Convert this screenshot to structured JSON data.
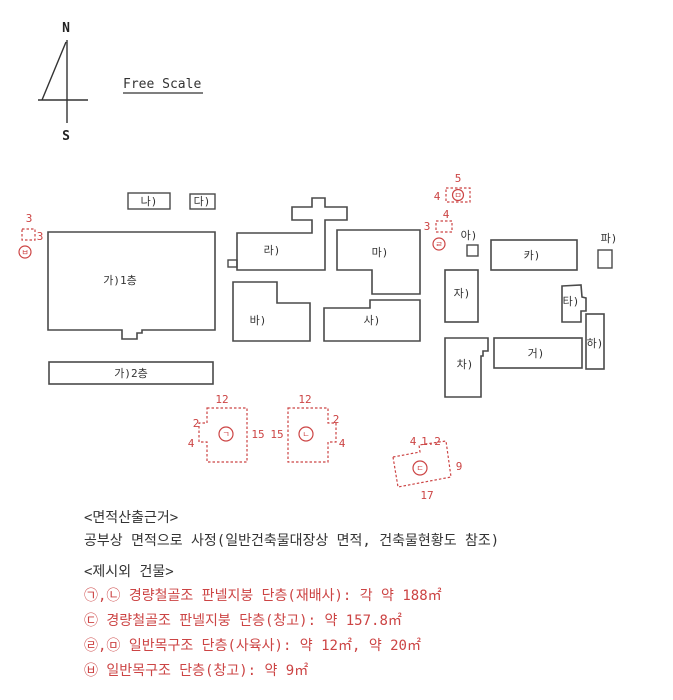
{
  "compass": {
    "north": "N",
    "south": "S"
  },
  "scale_label": "Free Scale",
  "plan": {
    "buildings": [
      {
        "id": "ga1",
        "label": "가)1층"
      },
      {
        "id": "ga2",
        "label": "가)2층"
      },
      {
        "id": "na",
        "label": "나)"
      },
      {
        "id": "da",
        "label": "다)"
      },
      {
        "id": "ra",
        "label": "라)"
      },
      {
        "id": "ma",
        "label": "마)"
      },
      {
        "id": "ba",
        "label": "바)"
      },
      {
        "id": "sa",
        "label": "사)"
      },
      {
        "id": "a",
        "label": "아)"
      },
      {
        "id": "ja",
        "label": "자)"
      },
      {
        "id": "cha",
        "label": "차)"
      },
      {
        "id": "ka",
        "label": "카)"
      },
      {
        "id": "ta",
        "label": "타)"
      },
      {
        "id": "pa",
        "label": "파)"
      },
      {
        "id": "ha",
        "label": "하)"
      },
      {
        "id": "geo",
        "label": "거)"
      }
    ],
    "markers": {
      "g": "ㄱ",
      "n": "ㄴ",
      "d": "ㄷ",
      "r": "ㄹ",
      "m": "ㅁ",
      "b": "ㅂ"
    },
    "dims": {
      "s1_top": "12",
      "s1_left_upper": "2",
      "s1_left_lower": "4",
      "s1_right": "15",
      "s2_top": "12",
      "s2_right_upper": "2",
      "s2_right_lower": "4",
      "s2_left": "15",
      "s3_top_left": "4",
      "s3_top_right": "1.2",
      "s3_right": "9",
      "s3_bottom": "17",
      "s4_top": "5",
      "s4_left": "4",
      "s5_top": "4",
      "s5_left": "3",
      "s6_top": "3",
      "s6_right": "3"
    }
  },
  "notes": {
    "area_basis_title": "<면적산출근거>",
    "area_basis_body": "공부상 면적으로 사정(일반건축물대장상 면적, 건축물현황도 참조)",
    "extra_title": "<제시외 건물>",
    "extra_items": [
      "㉠,㉡ 경량철골조 판넬지붕 단층(재배사): 각 약 188㎡",
      "㉢ 경량철골조 판넬지붕 단층(창고): 약 157.8㎡",
      "㉣,㉤ 일반목구조 단층(사육사): 약 12㎡, 약 20㎡",
      "㉥ 일반목구조 단층(창고): 약 9㎡"
    ]
  },
  "colors": {
    "outline": "#4a4a4a",
    "text": "#333333",
    "red": "#cc4444"
  }
}
